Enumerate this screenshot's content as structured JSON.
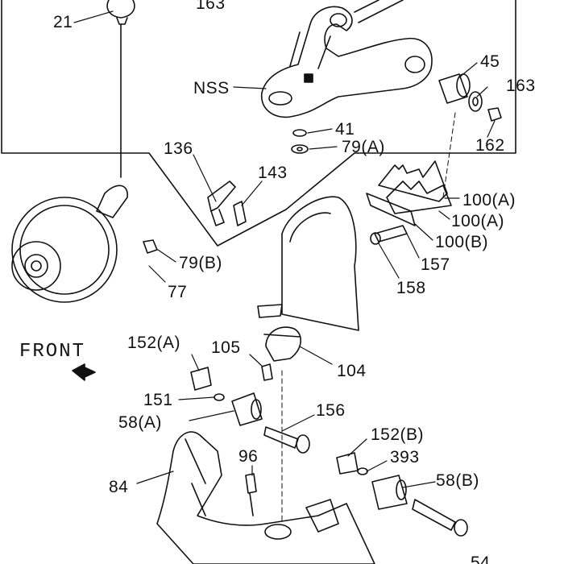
{
  "diagram": {
    "front_label": "FRONT",
    "callouts": [
      {
        "id": "c21",
        "text": "21"
      },
      {
        "id": "c163a",
        "text": "163"
      },
      {
        "id": "cNSS",
        "text": "NSS"
      },
      {
        "id": "c45",
        "text": "45"
      },
      {
        "id": "c163b",
        "text": "163"
      },
      {
        "id": "c162",
        "text": "162"
      },
      {
        "id": "c41",
        "text": "41"
      },
      {
        "id": "c79a",
        "text": "79(A)"
      },
      {
        "id": "c136",
        "text": "136"
      },
      {
        "id": "c143",
        "text": "143"
      },
      {
        "id": "c100a1",
        "text": "100(A)"
      },
      {
        "id": "c100a2",
        "text": "100(A)"
      },
      {
        "id": "c100b",
        "text": "100(B)"
      },
      {
        "id": "c157",
        "text": "157"
      },
      {
        "id": "c158",
        "text": "158"
      },
      {
        "id": "c79b",
        "text": "79(B)"
      },
      {
        "id": "c77",
        "text": "77"
      },
      {
        "id": "c152a",
        "text": "152(A)"
      },
      {
        "id": "c105",
        "text": "105"
      },
      {
        "id": "c104",
        "text": "104"
      },
      {
        "id": "c151",
        "text": "151"
      },
      {
        "id": "c156",
        "text": "156"
      },
      {
        "id": "c58a",
        "text": "58(A)"
      },
      {
        "id": "c152b",
        "text": "152(B)"
      },
      {
        "id": "c393",
        "text": "393"
      },
      {
        "id": "c96",
        "text": "96"
      },
      {
        "id": "c58b",
        "text": "58(B)"
      },
      {
        "id": "c84",
        "text": "84"
      },
      {
        "id": "c54",
        "text": "54"
      }
    ]
  }
}
